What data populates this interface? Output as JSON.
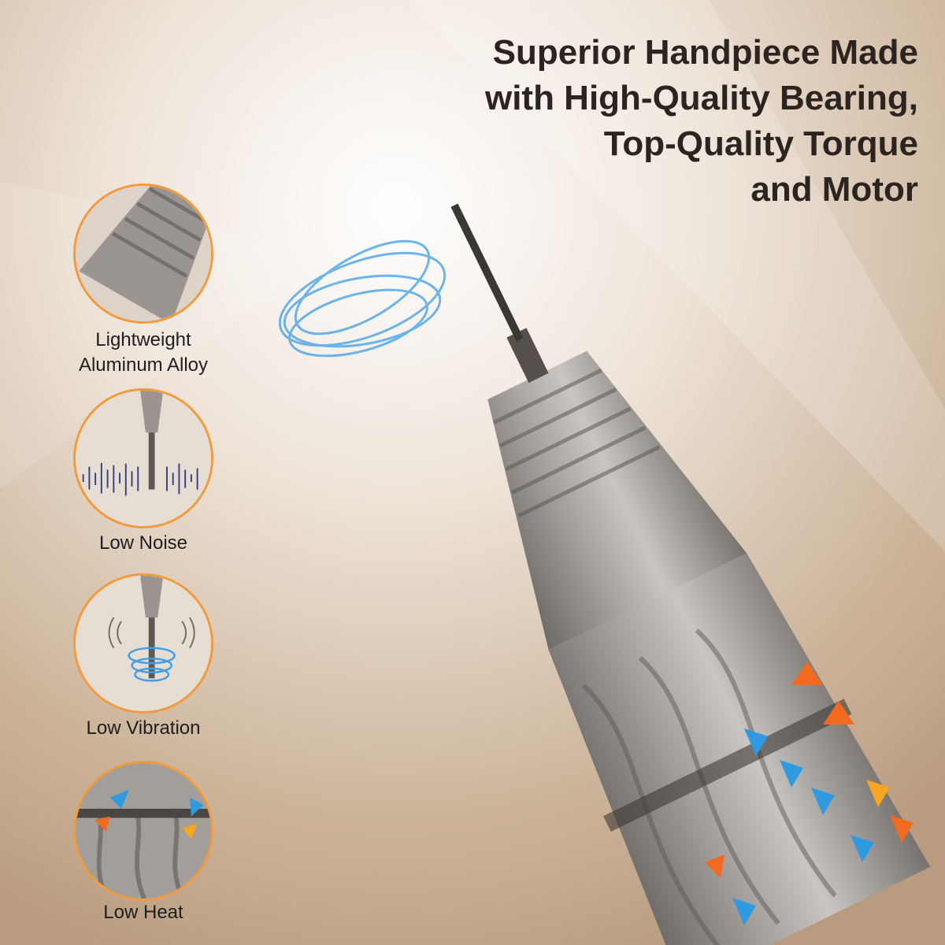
{
  "headline": {
    "lines": [
      "Superior Handpiece Made",
      "with High-Quality Bearing,",
      "Top-Quality Torque",
      "and Motor"
    ]
  },
  "features": [
    {
      "icon": "aluminum-alloy-icon",
      "caption_lines": [
        "Lightweight",
        "Aluminum Alloy"
      ]
    },
    {
      "icon": "low-noise-icon",
      "caption_lines": [
        "Low Noise"
      ]
    },
    {
      "icon": "low-vibration-icon",
      "caption_lines": [
        "Low Vibration"
      ]
    },
    {
      "icon": "low-heat-icon",
      "caption_lines": [
        "Low Heat"
      ]
    }
  ],
  "colors": {
    "accent_ring": "#f39a3c",
    "text_dark": "#2b2420",
    "metal": "#8f8a86",
    "cool_arrow": "#2f9ae0",
    "hot_arrow": "#f26a1f"
  }
}
